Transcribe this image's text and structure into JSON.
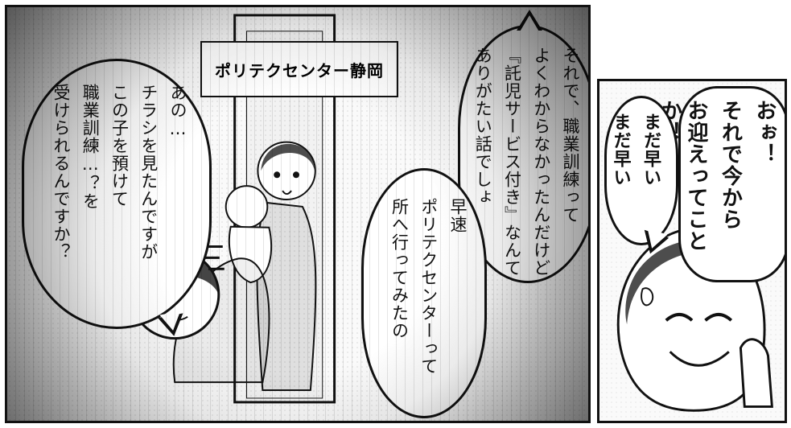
{
  "panels": {
    "left": {
      "sign_text": "ポリテクセンター静岡",
      "bubble_left_lines": [
        "あの…",
        "チラシを見たんですが",
        "この子を預けて",
        "職業訓練…？を",
        "受けられるんですか？"
      ],
      "bubble_center_lines": [
        "それで、職業訓練って",
        "よくわからなかったんだけど",
        "『託児サービス付き』なんて",
        "ありがたい話でしょ"
      ],
      "bubble_right_lines": [
        "早速",
        "ポリテクセンターって",
        "所へ行ってみたの"
      ]
    },
    "right": {
      "bubble_top_lines": [
        "おぉ！",
        "それで今から",
        "お迎えってことか！"
      ],
      "bubble_inner_lines": [
        "まだ早い",
        "まだ早い"
      ]
    }
  }
}
